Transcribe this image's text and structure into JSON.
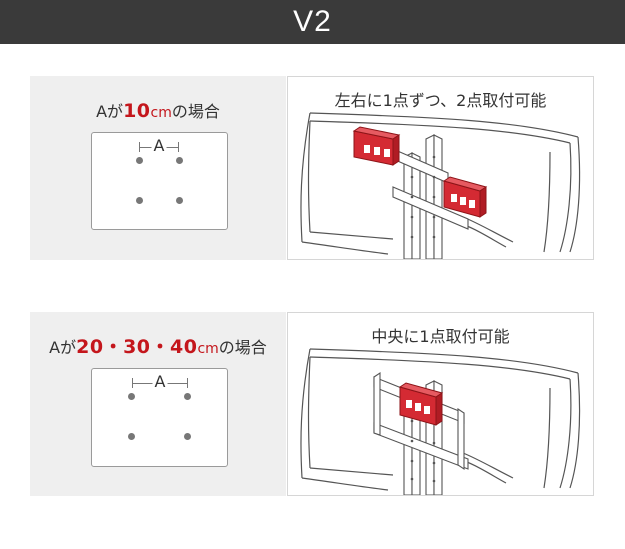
{
  "header": {
    "title": "V2"
  },
  "case1": {
    "title_prefix": "Aが",
    "title_value": "10",
    "title_unit": "cm",
    "title_suffix": "の場合",
    "measure_label": "A",
    "illustration_title": "左右に1点ずつ、2点取付可能"
  },
  "case2": {
    "title_prefix": "Aが",
    "title_value": "20・30・40",
    "title_unit": "cm",
    "title_suffix": "の場合",
    "measure_label": "A",
    "illustration_title": "中央に1点取付可能"
  },
  "colors": {
    "header_bg": "#3a3a3a",
    "accent_red": "#c4161c",
    "panel_gray": "#efefef"
  }
}
